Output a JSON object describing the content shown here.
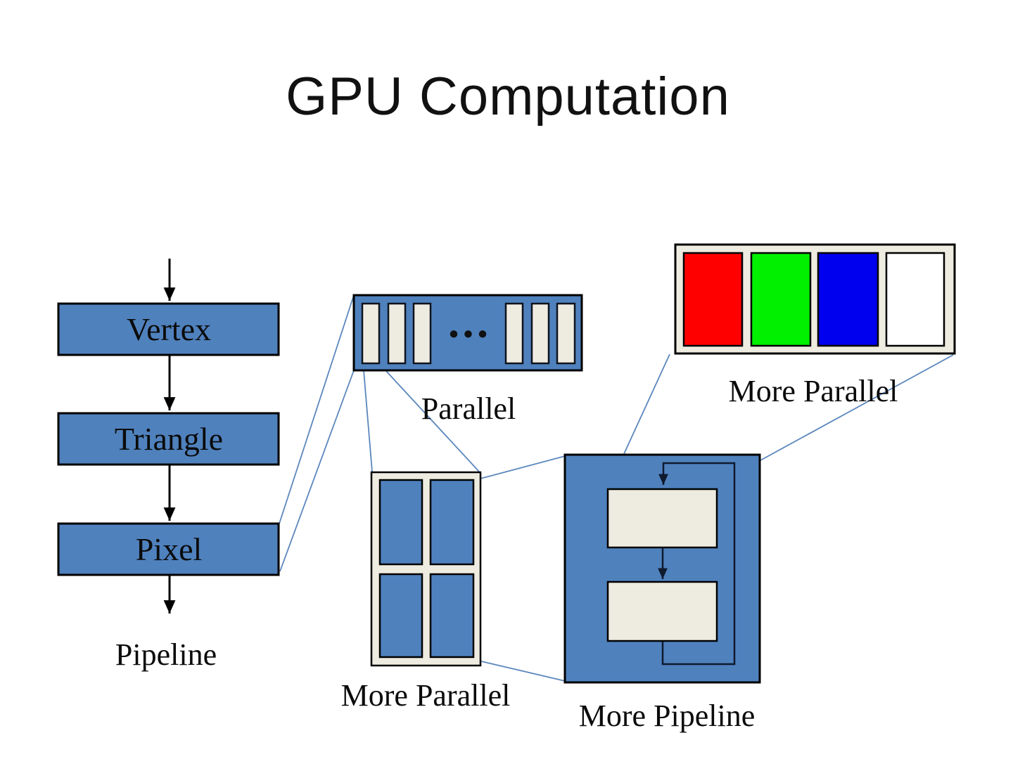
{
  "slide": {
    "title": "GPU Computation",
    "background": "#ffffff"
  },
  "colors": {
    "box_blue": "#4f81bd",
    "cream": "#eeece1",
    "cell_red": "#ff0000",
    "cell_green": "#00f000",
    "cell_blue": "#0000ee",
    "cell_white": "#ffffff",
    "connector": "#5b87bd"
  },
  "pipeline": {
    "stages": [
      {
        "label": "Vertex"
      },
      {
        "label": "Triangle"
      },
      {
        "label": "Pixel"
      }
    ],
    "caption": "Pipeline"
  },
  "parallel": {
    "caption": "Parallel",
    "ellipsis": "···"
  },
  "more_parallel_rgb": {
    "caption": "More Parallel"
  },
  "more_parallel_grid": {
    "caption": "More Parallel"
  },
  "more_pipeline": {
    "caption": "More Pipeline"
  }
}
